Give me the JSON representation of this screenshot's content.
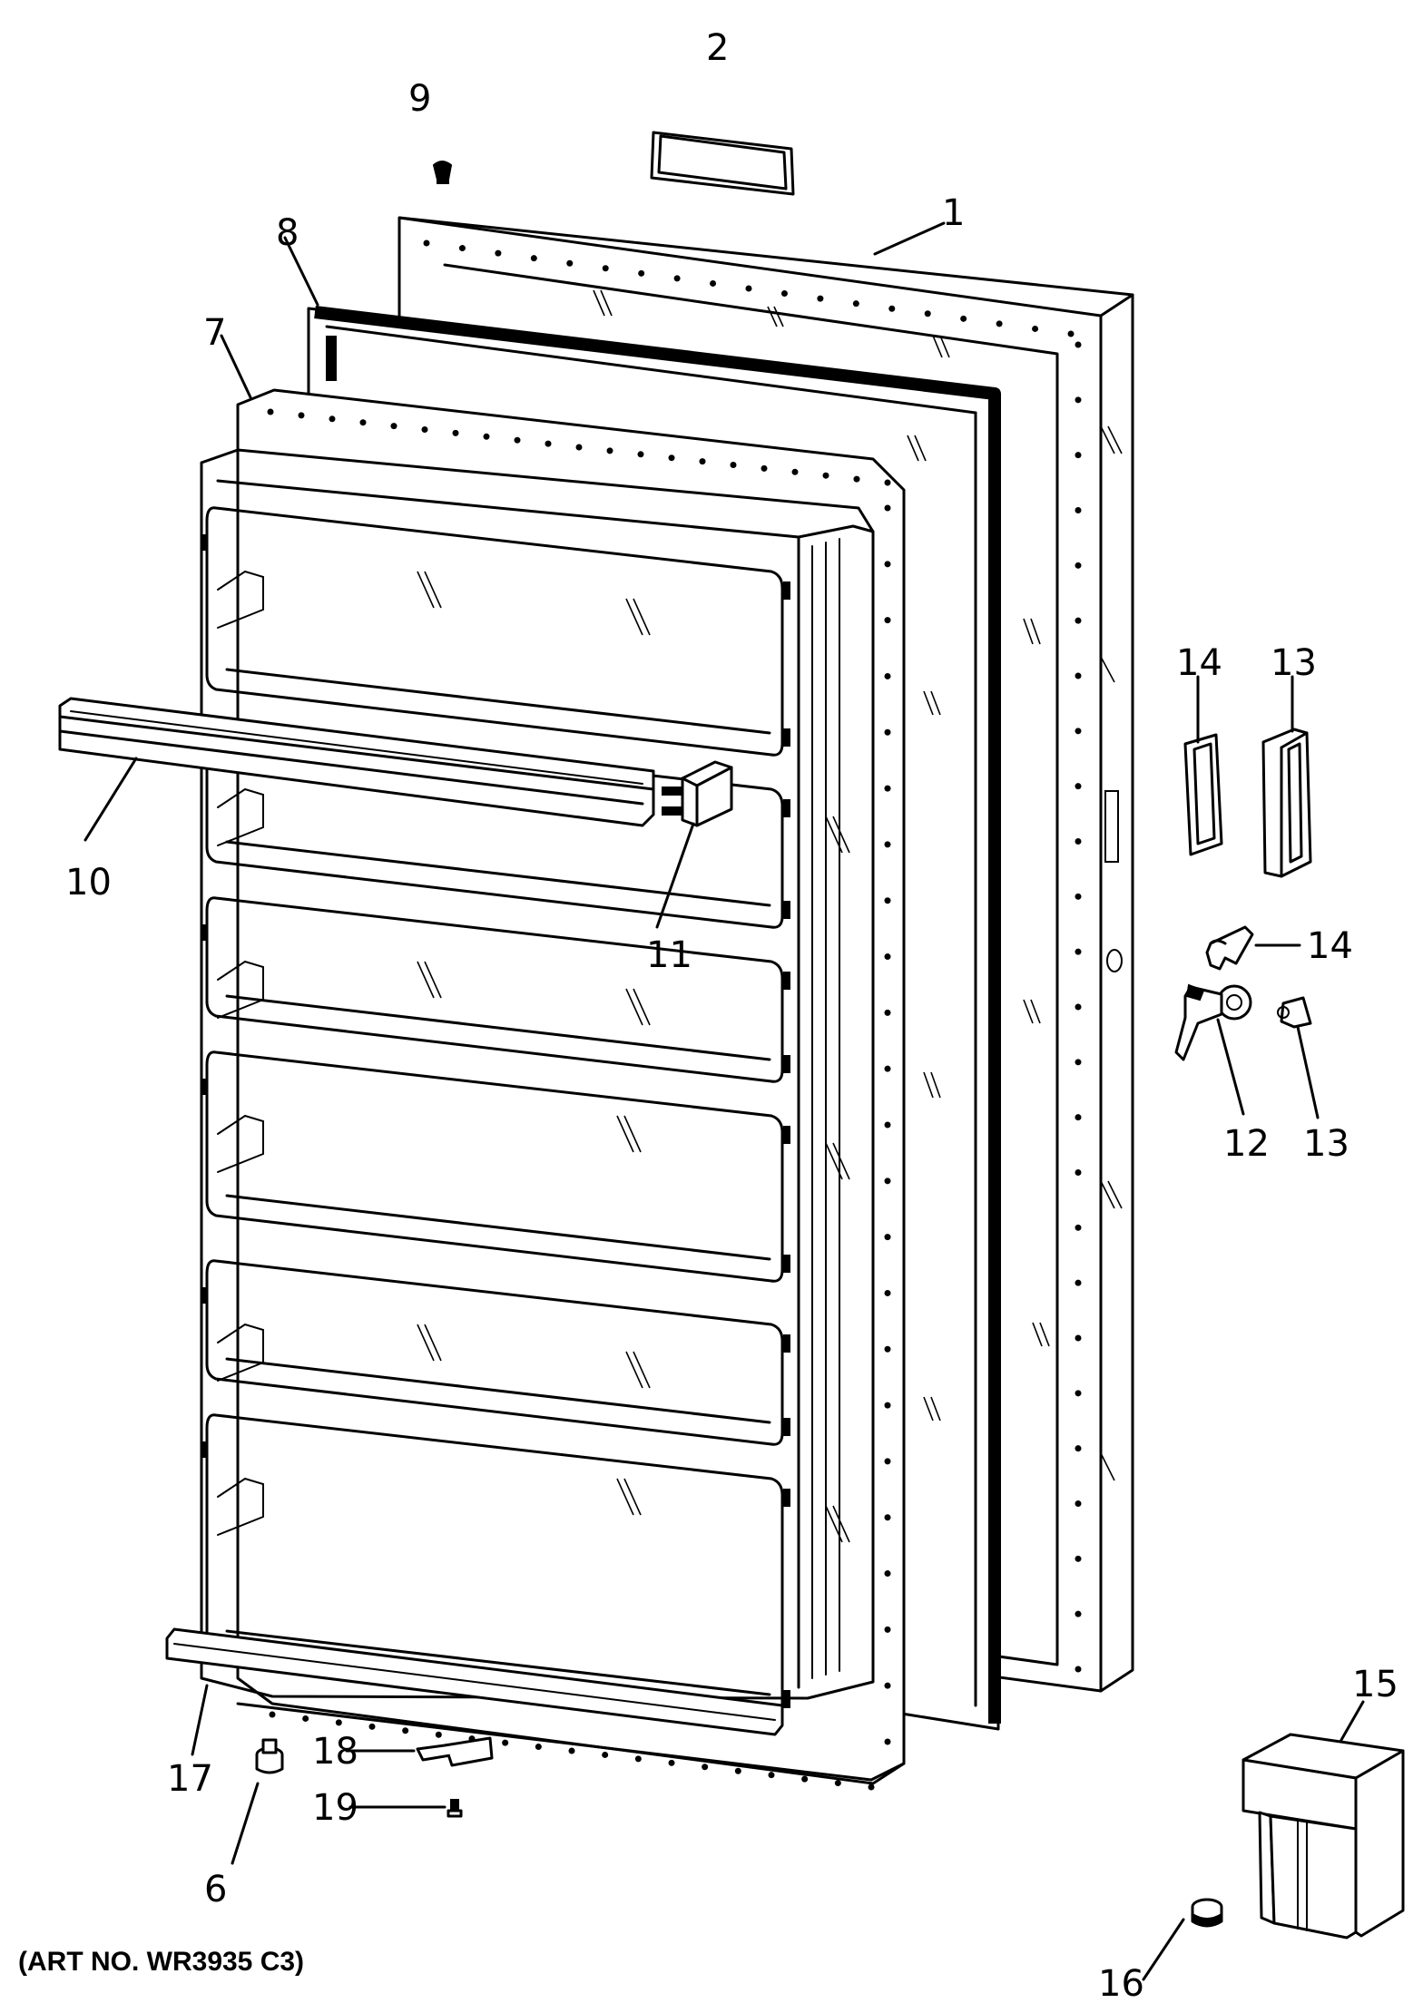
{
  "diagram": {
    "callouts": [
      {
        "id": "c1",
        "text": "1"
      },
      {
        "id": "c2",
        "text": "2"
      },
      {
        "id": "c6",
        "text": "6"
      },
      {
        "id": "c7",
        "text": "7"
      },
      {
        "id": "c8",
        "text": "8"
      },
      {
        "id": "c9",
        "text": "9"
      },
      {
        "id": "c10",
        "text": "10"
      },
      {
        "id": "c11",
        "text": "11"
      },
      {
        "id": "c12",
        "text": "12"
      },
      {
        "id": "c13a",
        "text": "13"
      },
      {
        "id": "c13b",
        "text": "13"
      },
      {
        "id": "c14a",
        "text": "14"
      },
      {
        "id": "c14b",
        "text": "14"
      },
      {
        "id": "c15",
        "text": "15"
      },
      {
        "id": "c16",
        "text": "16"
      },
      {
        "id": "c17",
        "text": "17"
      },
      {
        "id": "c18",
        "text": "18"
      },
      {
        "id": "c19",
        "text": "19"
      }
    ],
    "art_number": "(ART NO. WR3935 C3)"
  }
}
